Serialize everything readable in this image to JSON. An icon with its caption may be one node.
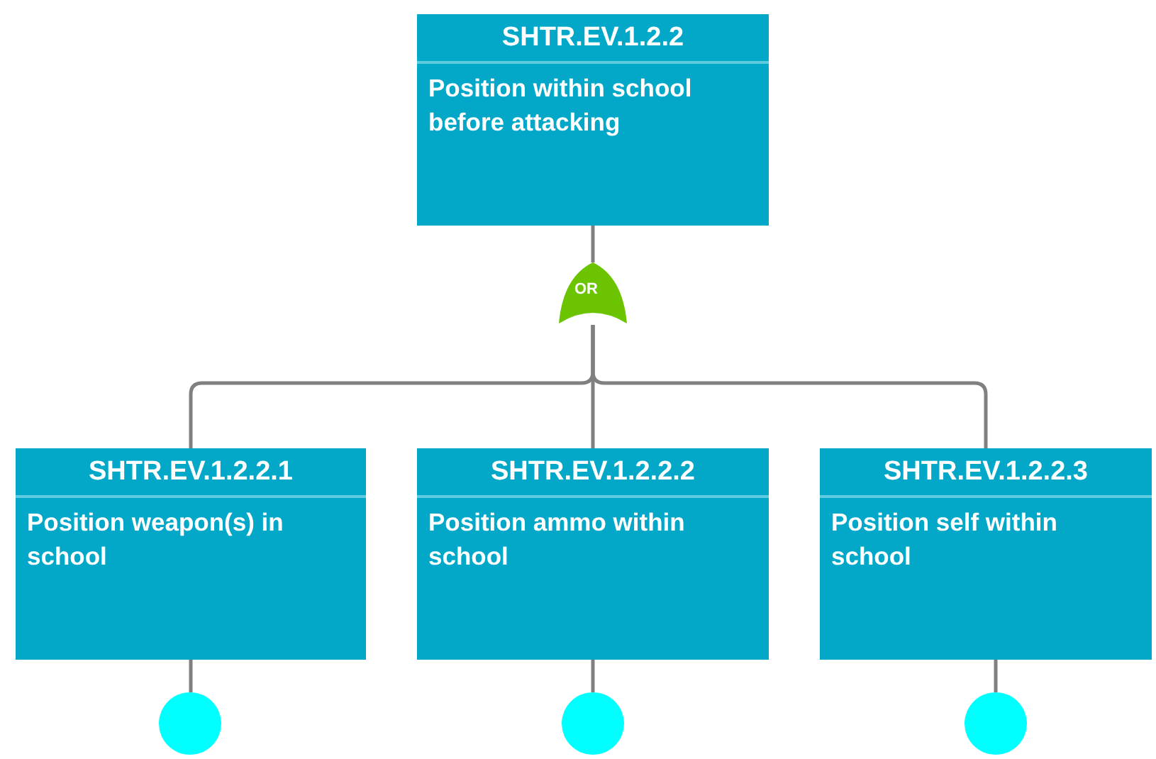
{
  "diagram": {
    "nodes": [
      {
        "text": [
          "SHTR.EV.1.2.2",
          "Position within school before attacking"
        ]
      },
      {
        "text": [
          "OR"
        ]
      },
      {
        "text": [
          "SHTR.EV.1.2.2.1",
          "Position weapon(s) in school"
        ]
      },
      {
        "text": [
          "SHTR.EV.1.2.2.2",
          "Position ammo within school"
        ]
      },
      {
        "text": [
          "SHTR.EV.1.2.2.3",
          "Position self within school"
        ]
      },
      {
        "text": [],
        "shape": "circle"
      },
      {
        "text": [],
        "shape": "circle"
      },
      {
        "text": [],
        "shape": "circle"
      }
    ],
    "edges": [
      {
        "from": 0,
        "to": 1,
        "arrow": "none"
      },
      {
        "from": 1,
        "to": 2,
        "arrow": "none"
      },
      {
        "from": 1,
        "to": 3,
        "arrow": "none"
      },
      {
        "from": 1,
        "to": 4,
        "arrow": "none"
      },
      {
        "from": 2,
        "to": 5,
        "arrow": "none"
      },
      {
        "from": 3,
        "to": 6,
        "arrow": "none"
      },
      {
        "from": 4,
        "to": 7,
        "arrow": "none"
      }
    ]
  }
}
